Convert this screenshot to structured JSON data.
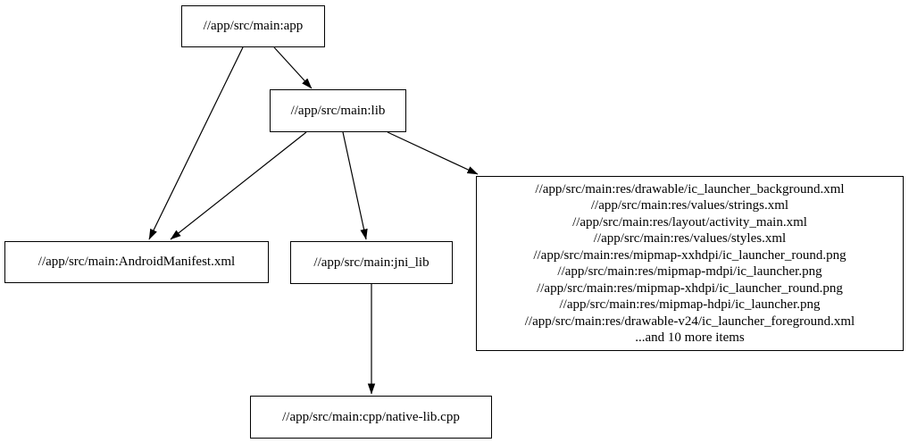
{
  "diagram": {
    "type": "dependency-graph",
    "nodes": {
      "app": {
        "label": "//app/src/main:app"
      },
      "lib": {
        "label": "//app/src/main:lib"
      },
      "manifest": {
        "label": "//app/src/main:AndroidManifest.xml"
      },
      "jni_lib": {
        "label": "//app/src/main:jni_lib"
      },
      "native_lib": {
        "label": "//app/src/main:cpp/native-lib.cpp"
      },
      "res_group": {
        "lines": [
          "//app/src/main:res/drawable/ic_launcher_background.xml",
          "//app/src/main:res/values/strings.xml",
          "//app/src/main:res/layout/activity_main.xml",
          "//app/src/main:res/values/styles.xml",
          "//app/src/main:res/mipmap-xxhdpi/ic_launcher_round.png",
          "//app/src/main:res/mipmap-mdpi/ic_launcher.png",
          "//app/src/main:res/mipmap-xhdpi/ic_launcher_round.png",
          "//app/src/main:res/mipmap-hdpi/ic_launcher.png",
          "//app/src/main:res/drawable-v24/ic_launcher_foreground.xml",
          "...and 10 more items"
        ]
      }
    },
    "edges": [
      {
        "from": "app",
        "to": "lib"
      },
      {
        "from": "app",
        "to": "manifest"
      },
      {
        "from": "lib",
        "to": "manifest"
      },
      {
        "from": "lib",
        "to": "jni_lib"
      },
      {
        "from": "lib",
        "to": "res_group"
      },
      {
        "from": "jni_lib",
        "to": "native_lib"
      }
    ],
    "colors": {
      "background": "#ffffff",
      "node_fill": "#ffffff",
      "node_border": "#000000",
      "edge": "#000000",
      "text": "#000000"
    }
  }
}
